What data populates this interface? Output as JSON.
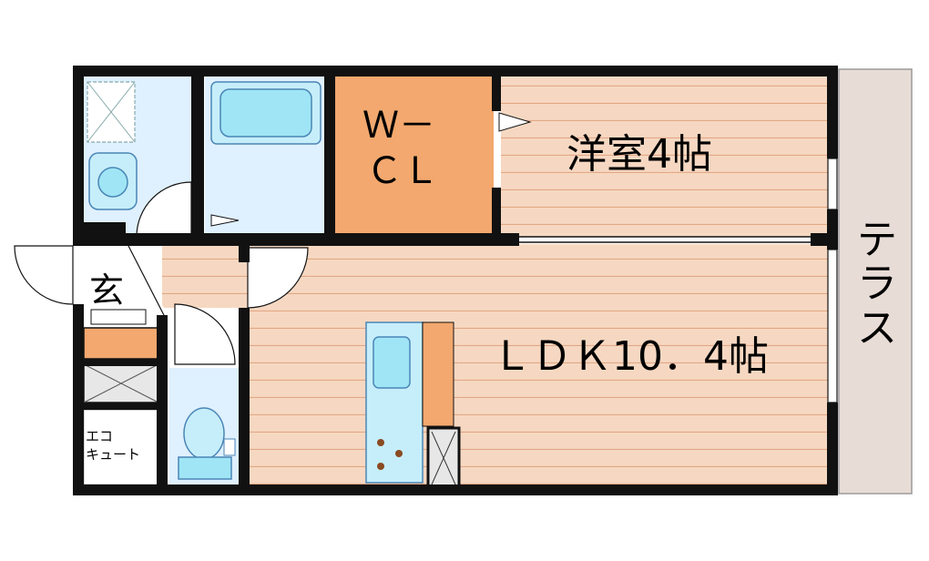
{
  "rooms": {
    "western_room": "洋室4帖",
    "ldk": "ＬＤＫ10．4帖",
    "walk_in_closet_line1": "Ｗ－",
    "walk_in_closet_line2": "ＣＬ",
    "entrance": "玄",
    "terrace": "テラス",
    "eco_cute_line1": "エコ",
    "eco_cute_line2": "キュート"
  },
  "colors": {
    "wall": "#111111",
    "wood_floor": "#f6d8c2",
    "wood_line": "#e2a886",
    "closet": "#f2a86e",
    "wet_area": "#dff0ff",
    "fixture_fill": "#9fe5f5",
    "fixture_stroke": "#4a86b6",
    "terrace": "#e8dcd6",
    "storage_grey": "#e7e7e7"
  }
}
